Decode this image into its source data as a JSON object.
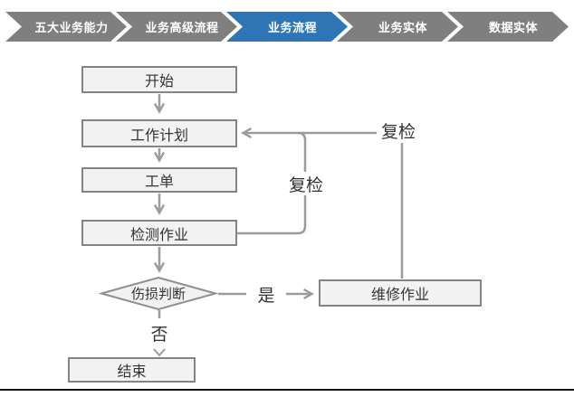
{
  "nav": {
    "items": [
      {
        "label": "五大业务能力",
        "active": false
      },
      {
        "label": "业务高级流程",
        "active": false
      },
      {
        "label": "业务流程",
        "active": true
      },
      {
        "label": "业务实体",
        "active": false
      },
      {
        "label": "数据实体",
        "active": false
      }
    ]
  },
  "flowchart": {
    "nodes": {
      "start": "开始",
      "plan": "工作计划",
      "order": "工单",
      "inspect": "检测作业",
      "decision": "伤损判断",
      "end": "结束",
      "repair": "维修作业"
    },
    "edge_labels": {
      "recheck_loop": "复检",
      "recheck_repair": "复检",
      "yes": "是",
      "no": "否"
    },
    "edges": [
      {
        "from": "start",
        "to": "plan",
        "label": ""
      },
      {
        "from": "plan",
        "to": "order",
        "label": ""
      },
      {
        "from": "order",
        "to": "inspect",
        "label": ""
      },
      {
        "from": "inspect",
        "to": "decision",
        "label": ""
      },
      {
        "from": "decision",
        "to": "repair",
        "label": "是"
      },
      {
        "from": "decision",
        "to": "end",
        "label": "否"
      },
      {
        "from": "inspect",
        "to": "plan",
        "label": "复检"
      },
      {
        "from": "repair",
        "to": "plan",
        "label": "复检"
      }
    ]
  },
  "colors": {
    "nav_active": "#2e75b6",
    "nav_inactive": "#7f7f7f",
    "node_fill": "#f2f2f2",
    "node_border": "#848484",
    "connector": "#9b9b9b",
    "text": "#333333"
  }
}
